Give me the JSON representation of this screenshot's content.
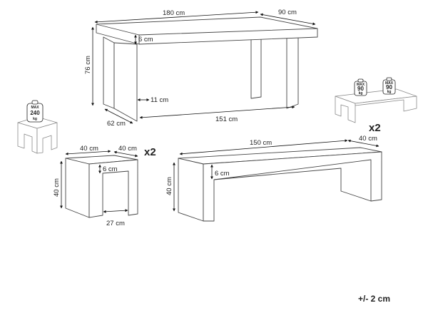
{
  "table": {
    "length": "180 cm",
    "width": "90 cm",
    "height": "76 cm",
    "top_thickness": "6 cm",
    "leg_thickness": "11 cm",
    "leg_depth": "62 cm",
    "leg_spacing": "151 cm"
  },
  "stool": {
    "quantity": "x2",
    "width": "40 cm",
    "depth": "40 cm",
    "height": "40 cm",
    "top_thickness": "6 cm",
    "opening": "27 cm",
    "max_load": {
      "label": "MAX",
      "value": "240",
      "unit": "kg"
    }
  },
  "bench": {
    "quantity": "x2",
    "length": "150 cm",
    "depth": "40 cm",
    "height": "40 cm",
    "top_thickness": "6 cm",
    "max_load": [
      {
        "label": "MAX",
        "value": "90",
        "unit": "kg"
      },
      {
        "label": "MAX",
        "value": "90",
        "unit": "kg"
      }
    ]
  },
  "tolerance": "+/- 2 cm"
}
